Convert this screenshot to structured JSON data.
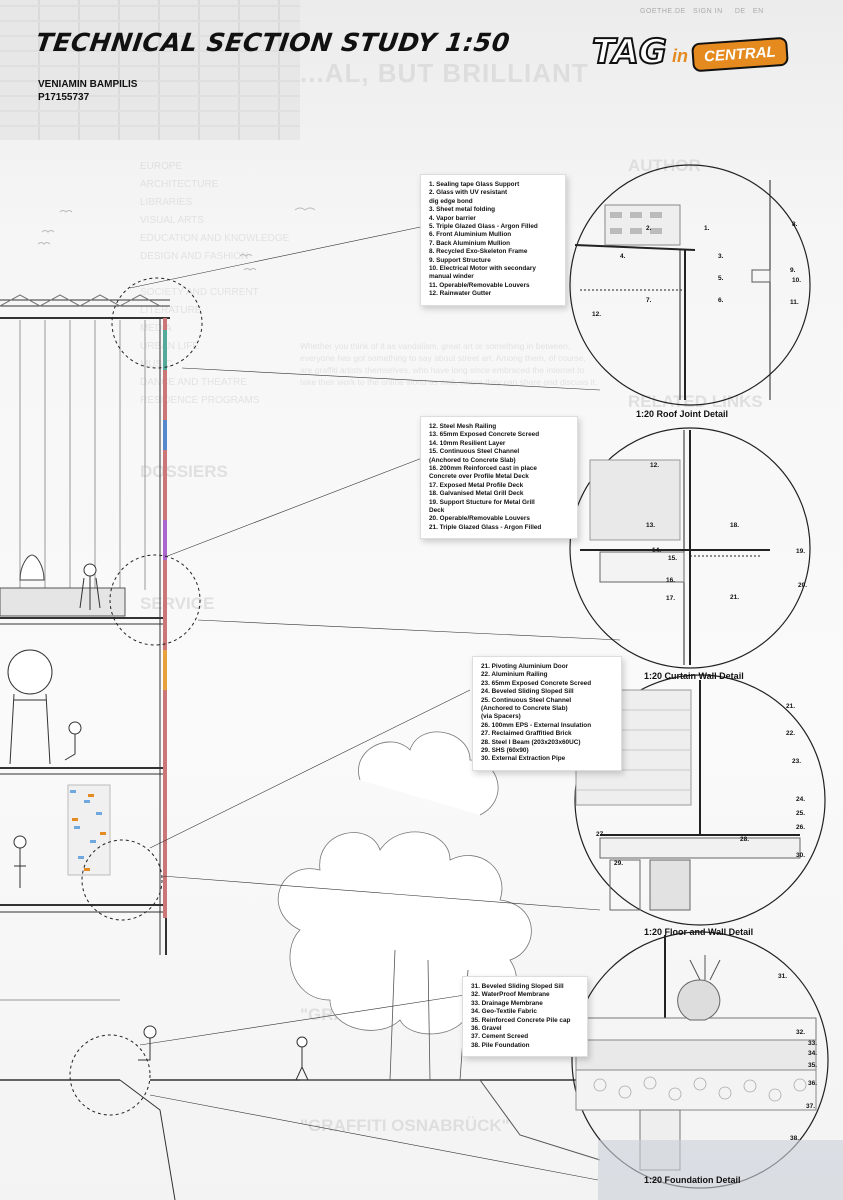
{
  "title": "TECHNICAL SECTION STUDY 1:50",
  "author": {
    "name": "VENIAMIN BAMPILIS",
    "id": "P17155737"
  },
  "logo": {
    "tag": "TAG",
    "in": "in",
    "central": "CENTRAL"
  },
  "ghost_site": {
    "hero": "...AL, BUT BRILLIANT",
    "nav": [
      "EUROPE",
      "ARCHITECTURE",
      "LIBRARIES",
      "VISUAL ARTS",
      "EDUCATION AND KNOWLEDGE",
      "DESIGN AND FASHION",
      "SOCIETY AND CURRENT",
      "LITERATURE",
      "MEDIA",
      "URBAN LIFE",
      "MUSIC",
      "DANCE AND THEATRE",
      "RESIDENCE PROGRAMS"
    ],
    "sections": [
      "DOSSIERS",
      "SERVICE",
      "AUTHOR",
      "RELATED LINKS",
      "\"GRAFFITI-BLOG\"",
      "\"GRAFFITI OSNABRÜCK\""
    ],
    "body": "Whether you think of it as vandalism, great art or something in between, everyone has got something to say about street art. Among them, of course, are graffiti artists themselves, who have long since embraced the internet to take their work to the online world as well, where they can share and discuss it."
  },
  "legends": [
    {
      "items": [
        "1.  Sealing tape Glass Support",
        "2.  Glass with UV resistant",
        "     dig edge bond",
        "3.  Sheet metal folding",
        "4.  Vapor barrier",
        "5.  Triple Glazed Glass - Argon Filled",
        "6.  Front Aluminium Mullion",
        "7.  Back Aluminium Mullion",
        "8.  Recycled Exo-Skeleton Frame",
        "9.  Support Structure",
        "10. Electrical Motor with secondary",
        "      manual winder",
        "11. Operable/Removable Louvers",
        "12. Rainwater Gutter"
      ]
    },
    {
      "items": [
        "12. Steel Mesh Railing",
        "13. 65mm Exposed Concrete Screed",
        "14. 10mm Resilient Layer",
        "15. Continuous Steel Channel",
        "      (Anchored to Concrete Slab)",
        "16. 200mm Reinforced cast in place",
        "      Concrete over Profile Metal Deck",
        "17. Exposed Metal Profile Deck",
        "18. Galvanised Metal Grill Deck",
        "19. Support Stucture for Metal Grill",
        "      Deck",
        "20. Operable/Removable Louvers",
        "21. Triple Glazed Glass - Argon Filled"
      ]
    },
    {
      "items": [
        "21. Pivoting Aluminium Door",
        "22. Aluminium Railing",
        "23. 65mm Exposed Concrete Screed",
        "24. Beveled Sliding Sloped Sill",
        "25. Continuous Steel Channel",
        "      (Anchored to Concrete Slab)",
        "      (via Spacers)",
        "26. 100mm EPS - External Insulation",
        "27. Reclaimed Graffitied Brick",
        "28. Steel I Beam (203x203x60UC)",
        "29. SHS (60x90)",
        "30. External Extraction Pipe"
      ]
    },
    {
      "items": [
        "31. Beveled Sliding Sloped Sill",
        "32. WaterProof Membrane",
        "33. Drainage Membrane",
        "34. Geo-Textile Fabric",
        "35. Reinforced Concrete Pile cap",
        "36. Gravel",
        "37. Cement Screed",
        "38. Pile Foundation"
      ]
    }
  ],
  "details": [
    {
      "caption": "1:20 Roof Joint Detail",
      "labels": [
        "1.",
        "2.",
        "3.",
        "4.",
        "5.",
        "6.",
        "7.",
        "8.",
        "9.",
        "10.",
        "11.",
        "12."
      ]
    },
    {
      "caption": "1:20 Curtain Wall Detail",
      "labels": [
        "12.",
        "13.",
        "14.",
        "15.",
        "16.",
        "17.",
        "18.",
        "19.",
        "20.",
        "21."
      ]
    },
    {
      "caption": "1:20 Floor and Wall Detail",
      "labels": [
        "21.",
        "22.",
        "23.",
        "24.",
        "25.",
        "26.",
        "27.",
        "28.",
        "29.",
        "30."
      ]
    },
    {
      "caption": "1:20 Foundation Detail",
      "labels": [
        "31.",
        "32.",
        "33.",
        "34.",
        "35.",
        "36.",
        "37.",
        "38."
      ]
    }
  ]
}
